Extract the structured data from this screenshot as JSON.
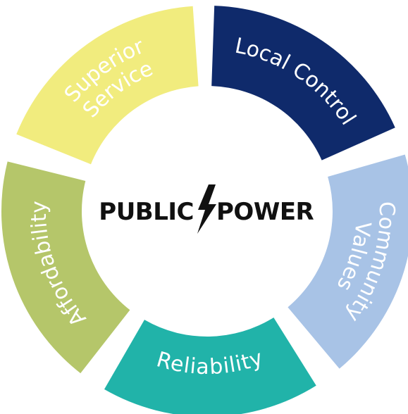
{
  "center": {
    "left_word": "PUBLIC",
    "right_word": "POWER",
    "bolt_icon": "lightning-bolt-icon"
  },
  "segments": [
    {
      "id": "local-control",
      "lines": [
        "Local Control"
      ],
      "color": "#0f2a6b"
    },
    {
      "id": "community-values",
      "lines": [
        "Community",
        "Values"
      ],
      "color": "#a8c3e6"
    },
    {
      "id": "reliability",
      "lines": [
        "Reliability"
      ],
      "color": "#21b3a9"
    },
    {
      "id": "affordability",
      "lines": [
        "Affordability"
      ],
      "color": "#b5c66a"
    },
    {
      "id": "superior-service",
      "lines": [
        "Superior",
        "Service"
      ],
      "color": "#f1ec7e"
    }
  ]
}
